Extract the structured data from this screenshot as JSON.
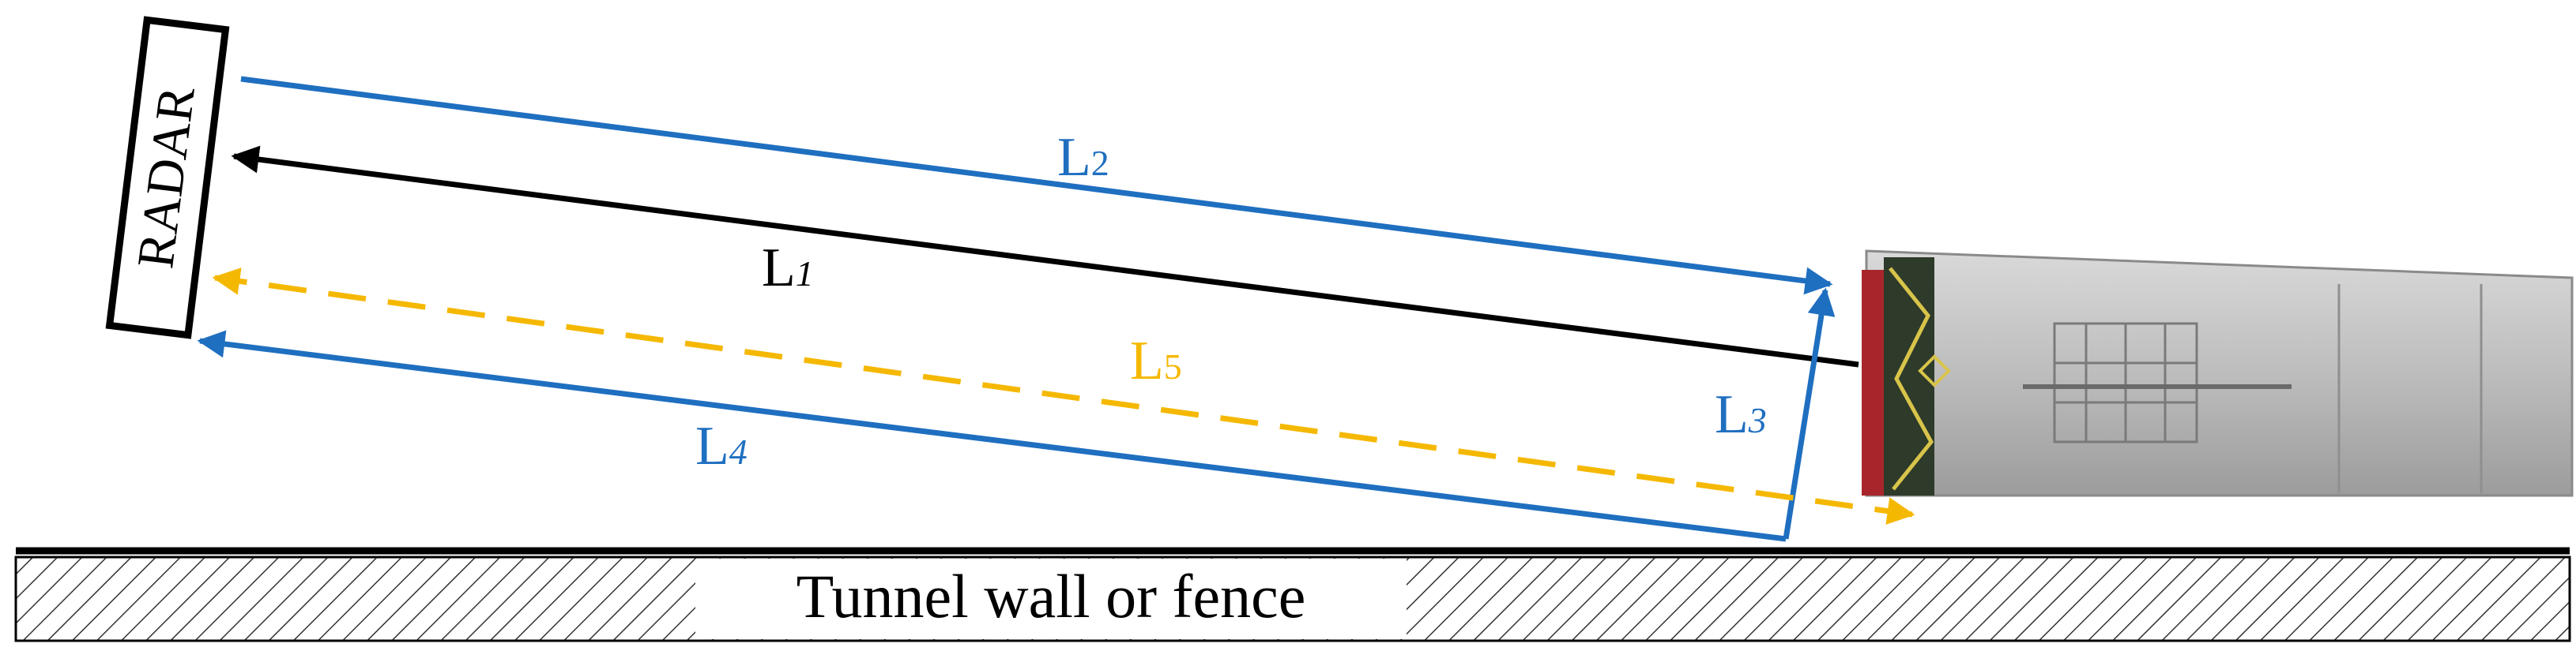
{
  "radar": {
    "label": "RADAR"
  },
  "paths": {
    "l1": {
      "name": "L",
      "sub": "1"
    },
    "l2": {
      "name": "L",
      "sub": "2"
    },
    "l3": {
      "name": "L",
      "sub": "3"
    },
    "l4": {
      "name": "L",
      "sub": "4"
    },
    "l5": {
      "name": "L",
      "sub": "5"
    }
  },
  "wall": {
    "label": "Tunnel wall or fence"
  },
  "colors": {
    "direct": "#000000",
    "multipath": "#1f6fc0",
    "reflected": "#f5b800",
    "wall_line": "#000000",
    "train_body": "#b8b8b8",
    "train_front": "#a8262b"
  },
  "icons": {
    "train": "train-icon",
    "radar": "radar-box"
  }
}
